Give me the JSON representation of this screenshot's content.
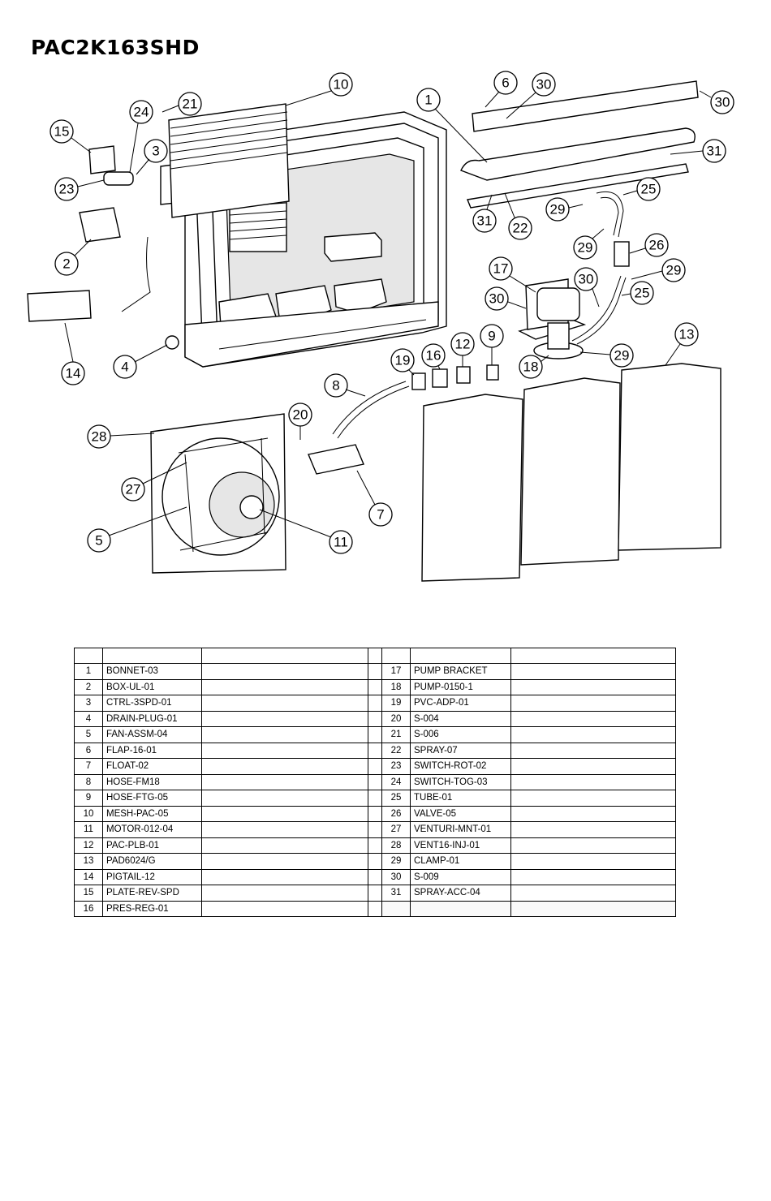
{
  "model": "PAC2K163SHD",
  "callouts": [
    "1",
    "2",
    "3",
    "4",
    "5",
    "6",
    "7",
    "8",
    "9",
    "10",
    "11",
    "12",
    "13",
    "14",
    "15",
    "16",
    "17",
    "18",
    "19",
    "20",
    "21",
    "22",
    "23",
    "24",
    "25",
    "26",
    "27",
    "28",
    "29",
    "30",
    "31"
  ],
  "table": {
    "left_rows": [
      {
        "num": "1",
        "part": "BONNET-03"
      },
      {
        "num": "2",
        "part": "BOX-UL-01"
      },
      {
        "num": "3",
        "part": "CTRL-3SPD-01"
      },
      {
        "num": "4",
        "part": "DRAIN-PLUG-01"
      },
      {
        "num": "5",
        "part": "FAN-ASSM-04"
      },
      {
        "num": "6",
        "part": "FLAP-16-01"
      },
      {
        "num": "7",
        "part": "FLOAT-02"
      },
      {
        "num": "8",
        "part": "HOSE-FM18"
      },
      {
        "num": "9",
        "part": "HOSE-FTG-05"
      },
      {
        "num": "10",
        "part": "MESH-PAC-05"
      },
      {
        "num": "11",
        "part": "MOTOR-012-04"
      },
      {
        "num": "12",
        "part": "PAC-PLB-01"
      },
      {
        "num": "13",
        "part": "PAD6024/G"
      },
      {
        "num": "14",
        "part": "PIGTAIL-12"
      },
      {
        "num": "15",
        "part": "PLATE-REV-SPD"
      },
      {
        "num": "16",
        "part": "PRES-REG-01"
      }
    ],
    "right_rows": [
      {
        "num": "17",
        "part": "PUMP BRACKET"
      },
      {
        "num": "18",
        "part": "PUMP-0150-1"
      },
      {
        "num": "19",
        "part": "PVC-ADP-01"
      },
      {
        "num": "20",
        "part": "S-004"
      },
      {
        "num": "21",
        "part": "S-006"
      },
      {
        "num": "22",
        "part": "SPRAY-07"
      },
      {
        "num": "23",
        "part": "SWITCH-ROT-02"
      },
      {
        "num": "24",
        "part": "SWITCH-TOG-03"
      },
      {
        "num": "25",
        "part": "TUBE-01"
      },
      {
        "num": "26",
        "part": "VALVE-05"
      },
      {
        "num": "27",
        "part": "VENTURI-MNT-01"
      },
      {
        "num": "28",
        "part": "VENT16-INJ-01"
      },
      {
        "num": "29",
        "part": "CLAMP-01"
      },
      {
        "num": "30",
        "part": "S-009"
      },
      {
        "num": "31",
        "part": "SPRAY-ACC-04"
      }
    ]
  }
}
